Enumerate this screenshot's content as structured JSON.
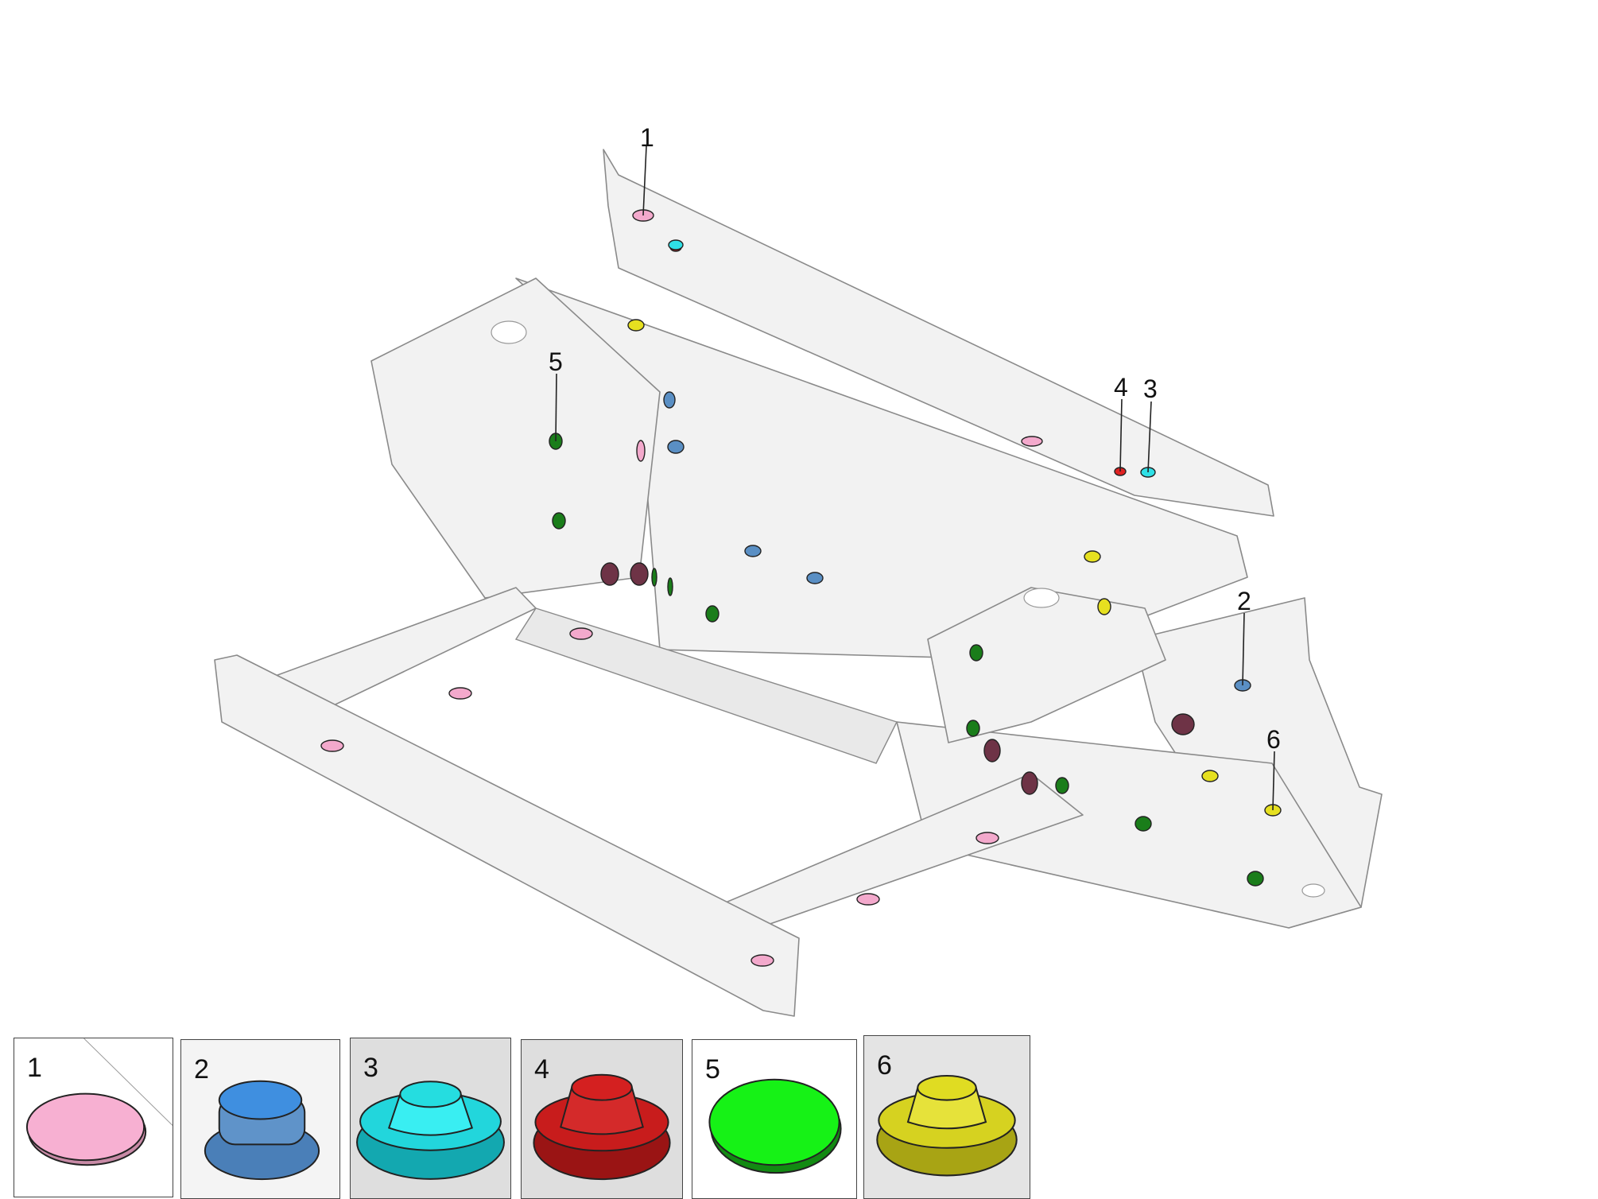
{
  "callouts": [
    {
      "label": "1"
    },
    {
      "label": "2"
    },
    {
      "label": "3"
    },
    {
      "label": "4"
    },
    {
      "label": "5"
    },
    {
      "label": "6"
    }
  ],
  "legend": [
    {
      "label": "1",
      "color": "#f7b0d2",
      "shape": "flat-disc"
    },
    {
      "label": "2",
      "color": "#4e8fcf",
      "shape": "stepped-plug"
    },
    {
      "label": "3",
      "color": "#22d6dc",
      "shape": "stepped-plug"
    },
    {
      "label": "4",
      "color": "#d42020",
      "shape": "stepped-plug"
    },
    {
      "label": "5",
      "color": "#16f216",
      "shape": "flat-disc"
    },
    {
      "label": "6",
      "color": "#e0dc22",
      "shape": "stepped-plug"
    }
  ],
  "plug_colors": {
    "pink": "#f3a9cc",
    "blue": "#5a8fc4",
    "cyan": "#2fe0e6",
    "red": "#e02222",
    "green": "#1a7d1a",
    "yellow": "#e6e020",
    "maroon": "#6e3346"
  }
}
